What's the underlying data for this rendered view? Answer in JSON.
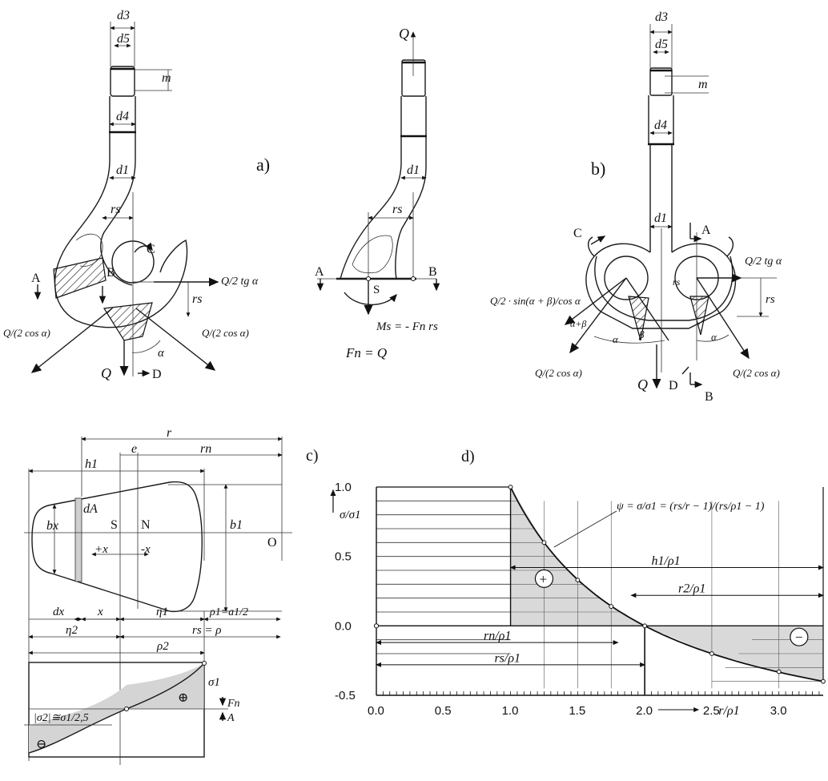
{
  "fig_a": {
    "panel_label": "a)",
    "d3": "d3",
    "d5": "d5",
    "m": "m",
    "d4": "d4",
    "d1": "d1",
    "rs": "rs",
    "A": "A",
    "B": "B",
    "C": "C",
    "D": "D",
    "Q": "Q",
    "force_right": "Q/2 tg α",
    "force_left": "Q/(2 cos α)",
    "force_right_low": "Q/(2 cos α)",
    "alpha": "α"
  },
  "fig_a2": {
    "Q": "Q",
    "d1": "d1",
    "rs": "rs",
    "A": "A",
    "B": "B",
    "S": "S",
    "Ms": "Ms = - Fn rs",
    "Fn": "Fn = Q"
  },
  "fig_b": {
    "panel_label": "b)",
    "d3": "d3",
    "d5": "d5",
    "m": "m",
    "d4": "d4",
    "d1": "d1",
    "rs": "rs",
    "A": "A",
    "B": "B",
    "C": "C",
    "D": "D",
    "Q": "Q",
    "force_right": "Q/2 tg α",
    "force_left": "Q/2 · sin(α + β)/cos α",
    "force_left_low": "Q/(2 cos α)",
    "force_right_low": "Q/(2 cos α)",
    "alpha": "α",
    "beta": "β",
    "alpha_beta": "α+β"
  },
  "fig_c": {
    "panel_label": "c)",
    "r": "r",
    "e": "e",
    "rn": "rn",
    "h1": "h1",
    "dA": "dA",
    "bx": "bx",
    "S": "S",
    "N": "N",
    "O": "O",
    "b1": "b1",
    "plus_x": "+x",
    "minus_x": "-x",
    "dx": "dx",
    "x": "x",
    "eta1": "η1",
    "rho1": "ρ1=a1/2",
    "eta2": "η2",
    "rs_rho": "rs = ρ",
    "rho2": "ρ2",
    "sigma2": "|σ2|≅σ1/2,5",
    "sigma1": "σ1",
    "Fn": "Fn",
    "A": "A",
    "minus": "⊖",
    "plus": "⊕"
  },
  "chart_title": "d)",
  "chart_data": {
    "type": "area",
    "x": [
      1.0,
      1.25,
      1.5,
      1.75,
      2.0,
      2.5,
      3.0,
      3.33
    ],
    "series": [
      {
        "values": [
          1.0,
          0.6,
          0.33,
          0.14,
          0.0,
          -0.2,
          -0.33,
          -0.4
        ]
      }
    ],
    "xlim": [
      0.0,
      3.33
    ],
    "ylim": [
      -0.5,
      1.0
    ],
    "x_ticks": [
      "0.0",
      "0.5",
      "1.0",
      "1.5",
      "2.0",
      "2.5",
      "3.0"
    ],
    "y_ticks": [
      "1.0",
      "0.5",
      "0.0",
      "-0.5"
    ],
    "xlabel": "r/ρ1",
    "ylabel": "σ/σ1",
    "formula": "ψ = σ/σ1 = (rs/r − 1)/(rs/ρ1 − 1)",
    "annotations": [
      "h1/ρ1",
      "r2/ρ1",
      "rn/ρ1",
      "rs/ρ1"
    ],
    "region_labels": [
      "+",
      "−"
    ],
    "grid": true
  }
}
